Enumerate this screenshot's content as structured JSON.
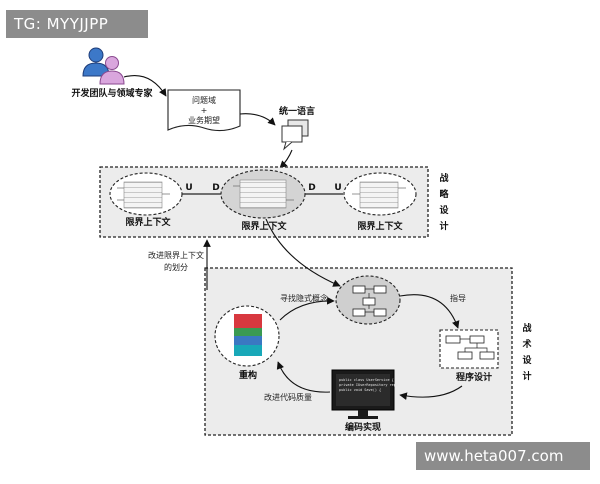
{
  "watermarks": {
    "top_left": "TG: MYYJJPP",
    "bottom_right": "www.heta007.com"
  },
  "experts_label": "开发团队与领域专家",
  "problem_box": {
    "line1": "问题域",
    "line2": "+",
    "line3": "业务期望"
  },
  "language_label": "统一语言",
  "strategic": {
    "label_chars": [
      "战",
      "略",
      "设",
      "计"
    ],
    "contexts": [
      "限界上下文",
      "限界上下文",
      "限界上下文"
    ],
    "relations": [
      {
        "left": "U",
        "right": "D"
      },
      {
        "left": "D",
        "right": "U"
      }
    ]
  },
  "tactical": {
    "label_chars": [
      "战",
      "术",
      "设",
      "计"
    ],
    "find_concepts": "寻找隐式概念",
    "guide": "指导",
    "program_design": "程序设计",
    "coding": "编码实现",
    "improve_quality": "改进代码质量",
    "refactor": "重构",
    "improve_context": {
      "line1": "改进限界上下文",
      "line2": "的划分"
    }
  },
  "code_lines": [
    "public class UserService {",
    "  private IUserRepository repo;",
    "  public void Save() {"
  ],
  "colors": {
    "red": "#d8383f",
    "green": "#3a9a52",
    "blue": "#3a78c2",
    "teal": "#18a8b8",
    "shade": "#d4d4d4"
  },
  "icons": [
    "user-icon",
    "document-icon",
    "monitor-icon",
    "speech-bubble-icon"
  ]
}
